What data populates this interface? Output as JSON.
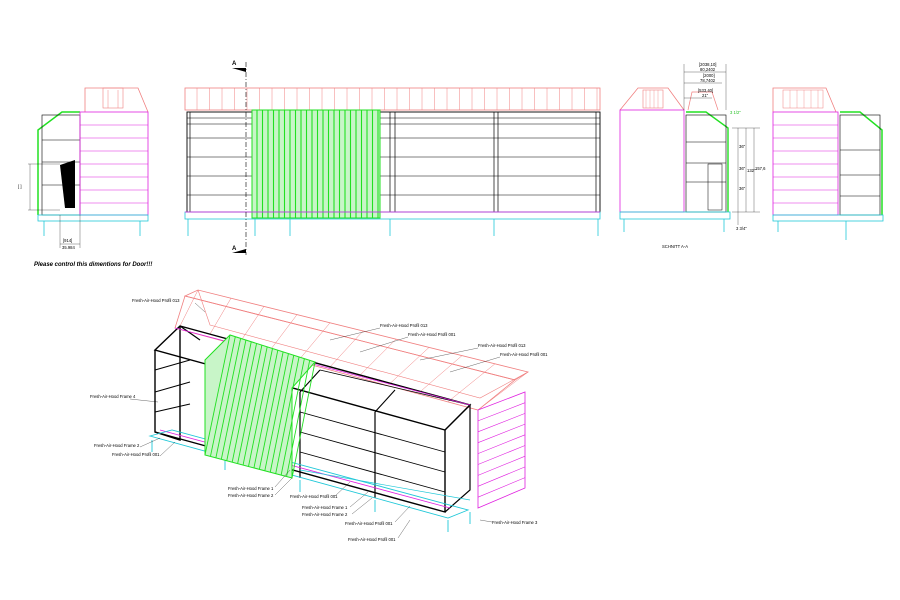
{
  "note": "Please control this dimentions for Door!!!",
  "section_letter_top": "A",
  "section_letter_bottom": "A",
  "section_caption": "SCHNITT A-A",
  "left_dims": [
    "[ ]",
    "[914]",
    "35.984"
  ],
  "top_dims": [
    "[2038,10]",
    "80,2402",
    "[2000]",
    "78,7402",
    "[533,40]",
    "21\""
  ],
  "green_dim": "3 1/2\"",
  "right_dims": [
    "36\"",
    "36\"",
    "132\"",
    "36\"",
    "3 3/4\"",
    "157,6"
  ],
  "callouts": [
    "Fresh-Air-Hood Profil 013",
    "Fresh-Air-Hood Profil 013",
    "Fresh-Air-Hood Profil 001",
    "Fresh-Air-Hood Profil 013",
    "Fresh-Air-Hood Profil 001",
    "Fresh-Air-Hood Frame 4",
    "Fresh-Air-Hood Frame 2",
    "Fresh-Air-Hood Profil 001",
    "Fresh-Air-Hood Frame 1",
    "Fresh-Air-Hood Frame 2",
    "Fresh-Air-Hood Profil 001",
    "Fresh-Air-Hood Frame 1",
    "Fresh-Air-Hood Frame 2",
    "Fresh-Air-Hood Profil 001",
    "Fresh-Air-Hood Frame 3",
    "Fresh-Air-Hood Profil 001"
  ],
  "colors": {
    "hood": "#f08080",
    "cladding": "#e020e0",
    "door": "#22e022",
    "base": "#20c8d8",
    "frame": "#000000"
  }
}
